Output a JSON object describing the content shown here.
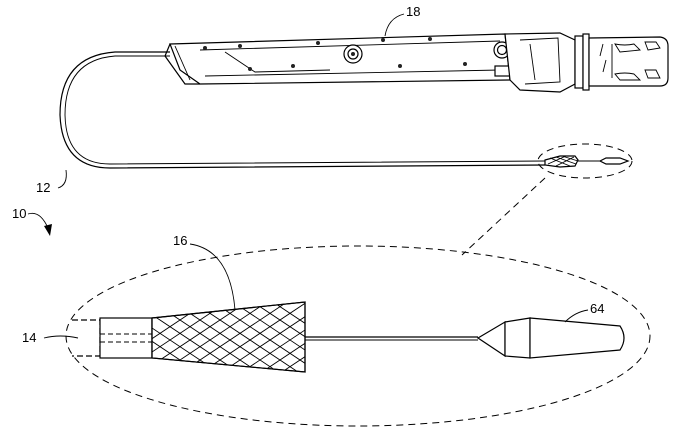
{
  "figure": {
    "labels": {
      "device_ref": "10",
      "catheter_ref": "12",
      "connector_ref": "14",
      "mesh_ref": "16",
      "handle_ref": "18",
      "tip_ref": "64"
    }
  }
}
